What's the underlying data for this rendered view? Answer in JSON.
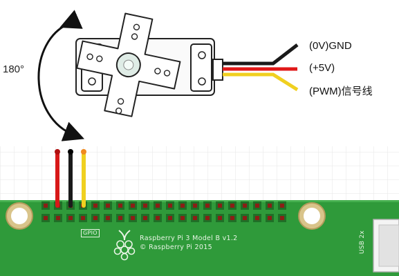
{
  "servo": {
    "rotation_label": "180°",
    "wires": [
      {
        "label": "(0V)GND",
        "color": "#1a1a1a"
      },
      {
        "label": "(+5V)",
        "color": "#e01818"
      },
      {
        "label": "(PWM)信号线",
        "color": "#f0d020"
      }
    ]
  },
  "board": {
    "gpio_label": "GPIO",
    "model_text": "Raspberry Pi 3 Model B v1.2",
    "copyright_text": "© Raspberry Pi 2015",
    "usb_label": "USB 2x",
    "colors": {
      "pcb": "#2f9a3a",
      "pin": "#8a1f16",
      "grid": "#e6e6e6"
    }
  }
}
